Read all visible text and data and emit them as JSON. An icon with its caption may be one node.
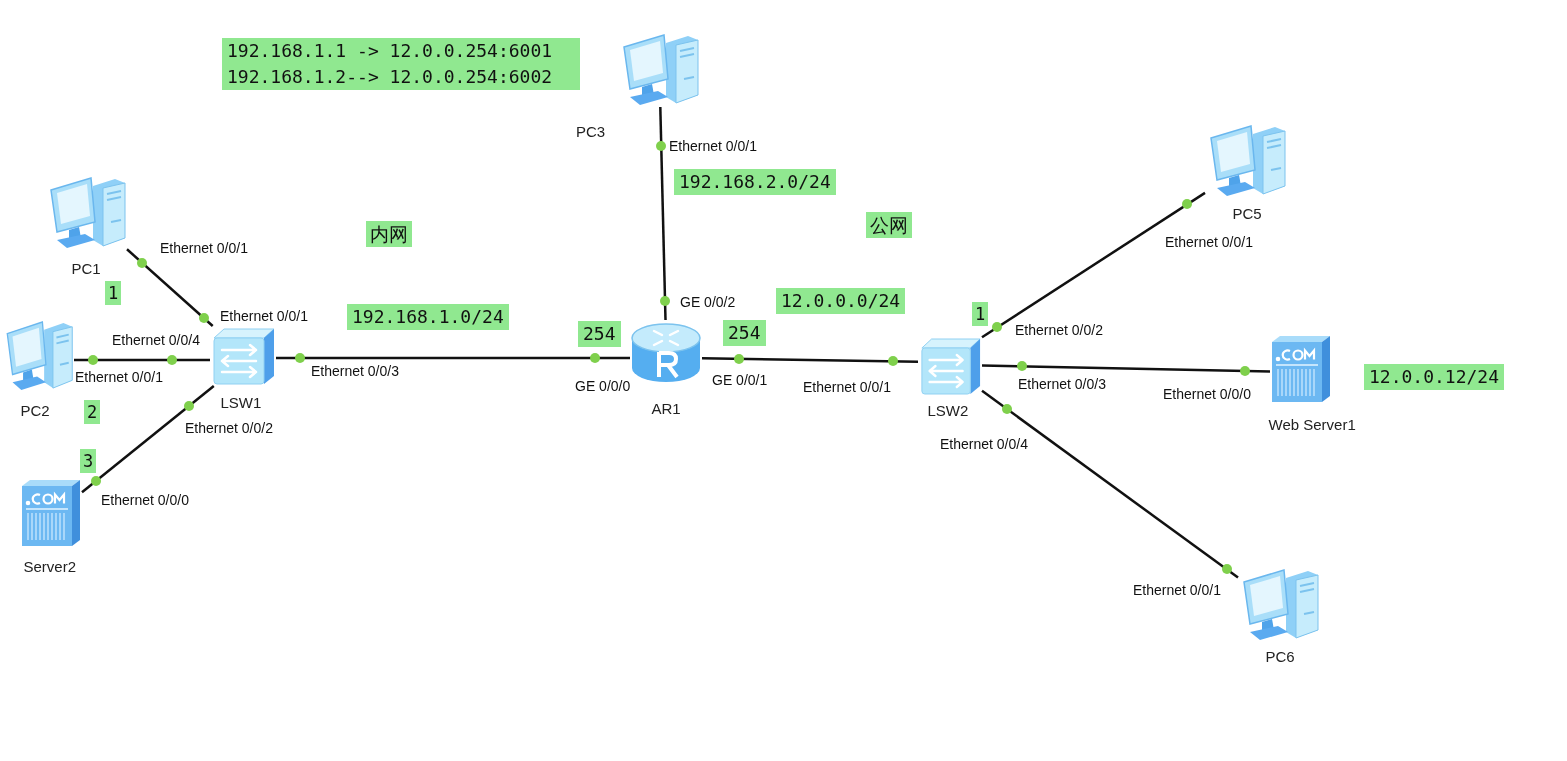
{
  "diagram": {
    "nodes": [
      {
        "text": [],
        "shape": "computer",
        "beside": [
          "PC1"
        ]
      },
      {
        "text": [],
        "shape": "computer",
        "beside": [
          "PC2"
        ]
      },
      {
        "text": [],
        "shape": "server",
        "beside": [
          "Server2"
        ]
      },
      {
        "text": [],
        "shape": "switch",
        "beside": [
          "LSW1"
        ]
      },
      {
        "text": [],
        "shape": "computer",
        "beside": [
          "PC3"
        ]
      },
      {
        "text": [],
        "shape": "router",
        "beside": [
          "AR1"
        ]
      },
      {
        "text": [],
        "shape": "switch",
        "beside": [
          "LSW2"
        ]
      },
      {
        "text": [],
        "shape": "computer",
        "beside": [
          "PC5"
        ]
      },
      {
        "text": [],
        "shape": "server",
        "beside": [
          "Web Server1"
        ]
      },
      {
        "text": [],
        "shape": "computer",
        "beside": [
          "PC6"
        ]
      }
    ],
    "edges": [
      {
        "from": 0,
        "to": 3,
        "arrow": "none"
      },
      {
        "from": 1,
        "to": 3,
        "arrow": "none"
      },
      {
        "from": 2,
        "to": 3,
        "arrow": "none"
      },
      {
        "from": 3,
        "to": 5,
        "arrow": "none"
      },
      {
        "from": 4,
        "to": 5,
        "arrow": "none"
      },
      {
        "from": 5,
        "to": 6,
        "arrow": "none"
      },
      {
        "from": 6,
        "to": 7,
        "arrow": "none"
      },
      {
        "from": 6,
        "to": 8,
        "arrow": "none"
      },
      {
        "from": 6,
        "to": 9,
        "arrow": "none"
      }
    ],
    "labels": [
      "192.168.1.1 -> 12.0.0.254:6001",
      "192.168.1.2--> 12.0.0.254:6002",
      "Ethernet 0/0/1",
      "192.168.2.0/24",
      "公网",
      "内网",
      "Ethernet 0/0/1",
      "Ethernet 0/0/1",
      "1",
      "GE 0/0/2",
      "12.0.0.0/24",
      "192.168.1.0/24",
      "Ethernet 0/0/1",
      "1",
      "Ethernet 0/0/2",
      "254",
      "254",
      "Ethernet 0/0/4",
      "Ethernet 0/0/3",
      "Ethernet 0/0/1",
      "12.0.0.12/24",
      "GE 0/0/0",
      "GE 0/0/1",
      "Ethernet 0/0/1",
      "Ethernet 0/0/3",
      "Ethernet 0/0/0",
      "2",
      "Ethernet 0/0/2",
      "Ethernet 0/0/4",
      "3",
      "Ethernet 0/0/0",
      "Ethernet 0/0/1"
    ]
  }
}
